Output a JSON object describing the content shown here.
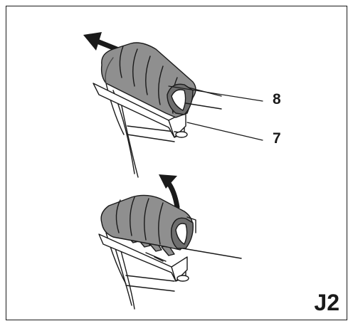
{
  "figure": {
    "id": "J2",
    "callouts": [
      {
        "label": "8"
      },
      {
        "label": "7"
      }
    ]
  },
  "colors": {
    "line": "#1a1a1a",
    "cover_fill": "#8f8f8f",
    "cover_dark": "#6e6e6e",
    "background": "#ffffff"
  }
}
